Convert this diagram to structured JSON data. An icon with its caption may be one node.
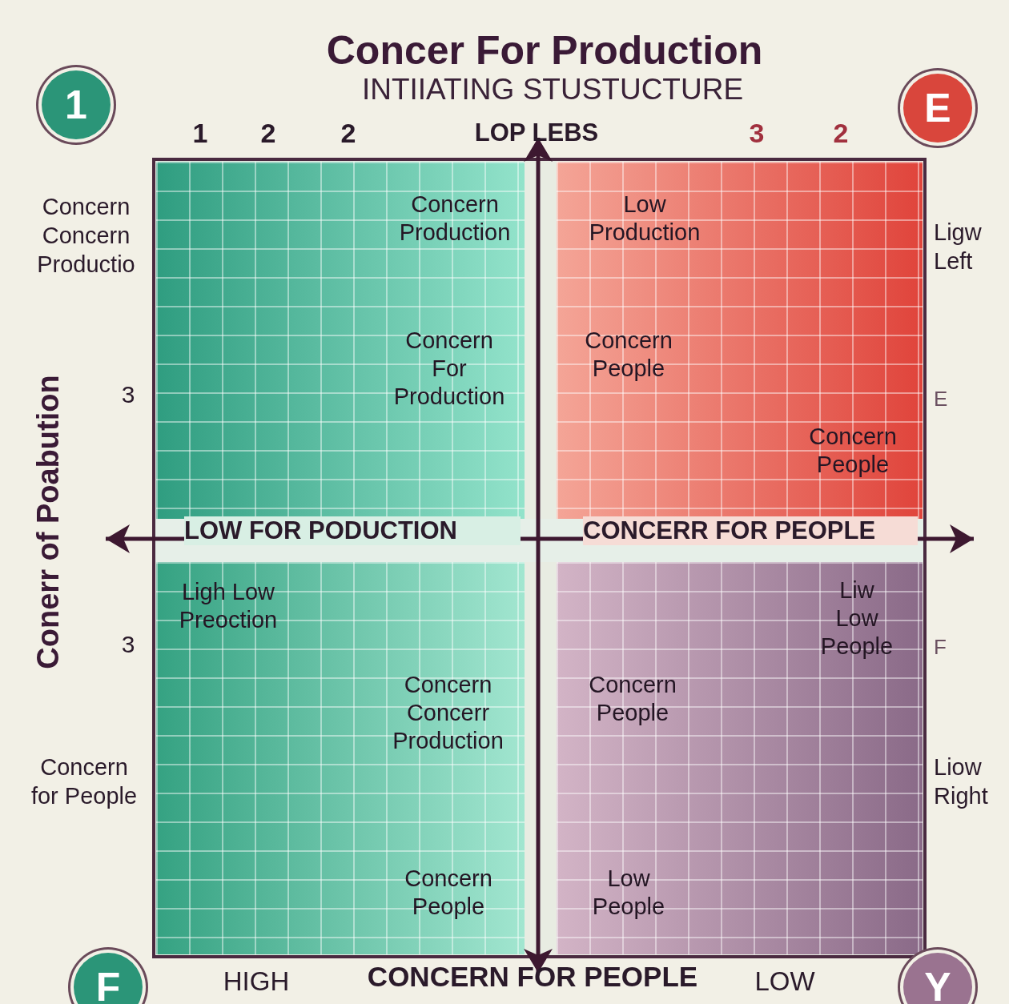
{
  "diagram": {
    "title": "Concer For Production",
    "nodes": [
      {
        "text": [
          "Concern Production",
          "Concern For Production"
        ]
      },
      {
        "text": [
          "Low Production",
          "Concern People",
          "Concern People"
        ]
      },
      {
        "text": [
          "Ligh Low Preoction",
          "Concern Concerr Production",
          "Concern People"
        ]
      },
      {
        "text": [
          "Liw Low People",
          "Concern People",
          "Low People"
        ]
      },
      {
        "text": [
          "1"
        ]
      },
      {
        "text": [
          "E"
        ]
      },
      {
        "text": [
          "F"
        ]
      },
      {
        "text": [
          "Y"
        ]
      }
    ],
    "labels": [
      "INTIIATING STUSTUCTURE",
      "1",
      "2",
      "2",
      "LOP LEBS",
      "3",
      "2",
      "Concern Concern Productio",
      "Ligw Left",
      "Conerr of Poabution",
      "3",
      "E",
      "LOW FOR PODUCTION",
      "CONCERR FOR PEOPLE",
      "3",
      "F",
      "Concern for People",
      "Liow Right",
      "HIGH",
      "CONCERN FOR PEOPLE",
      "LOW"
    ]
  }
}
